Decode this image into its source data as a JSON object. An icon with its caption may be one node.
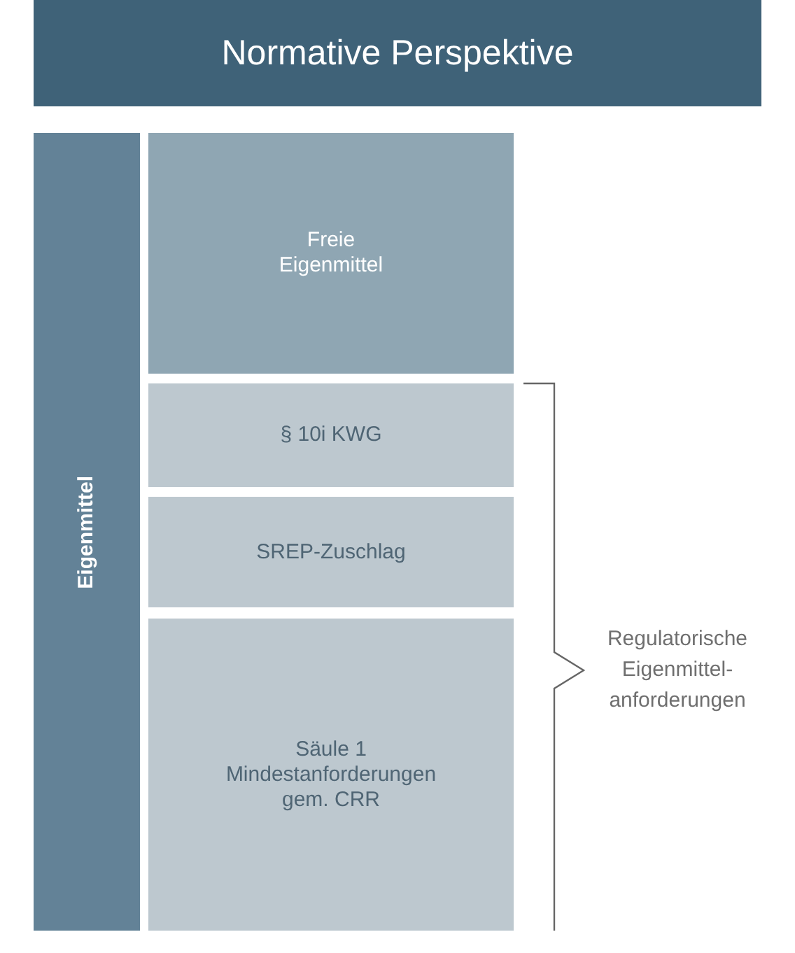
{
  "diagram": {
    "title": "Normative Perspektive",
    "nodes": [
      {
        "text": [
          "Eigenmittel"
        ]
      },
      {
        "text": [
          "Freie Eigenmittel"
        ]
      },
      {
        "text": [
          "§ 10i KWG"
        ]
      },
      {
        "text": [
          "SREP-Zuschlag"
        ]
      },
      {
        "text": [
          "Säule 1 Mindestanforderungen gem. CRR"
        ]
      }
    ],
    "labels": [
      "Regulatorische Eigenmittel- anforderungen"
    ]
  }
}
